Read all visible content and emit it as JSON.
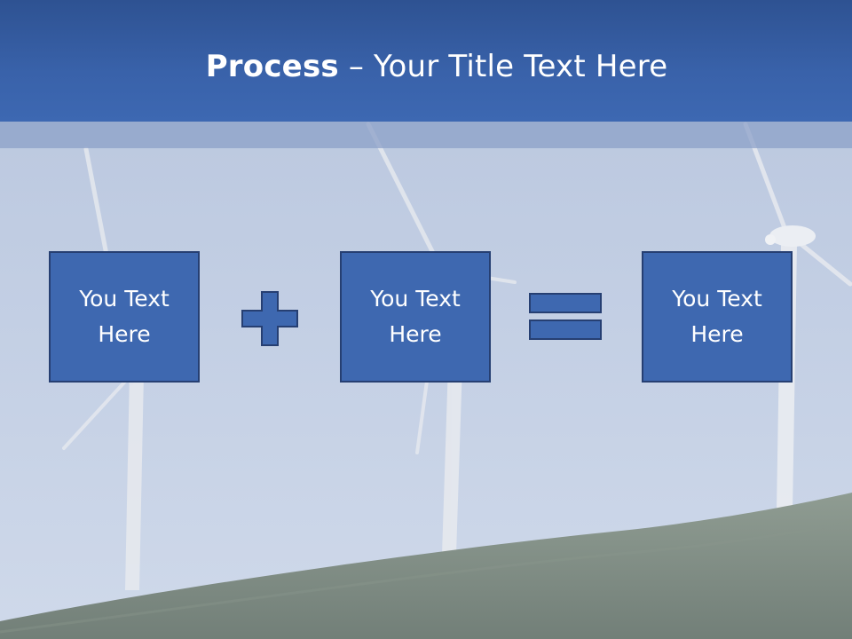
{
  "slide": {
    "title": {
      "bold": "Process",
      "rest": " – Your Title Text Here"
    },
    "boxes": [
      {
        "line1": "You Text",
        "line2": "Here"
      },
      {
        "line1": "You Text",
        "line2": "Here"
      },
      {
        "line1": "You Text",
        "line2": "Here"
      }
    ],
    "operators": [
      "plus-icon",
      "equals-icon"
    ]
  },
  "colors": {
    "header": "#3962aa",
    "box_fill": "#3e68b0",
    "box_border": "#263f72",
    "sky": "#c6d2e6",
    "grass": "#7e8c84"
  }
}
